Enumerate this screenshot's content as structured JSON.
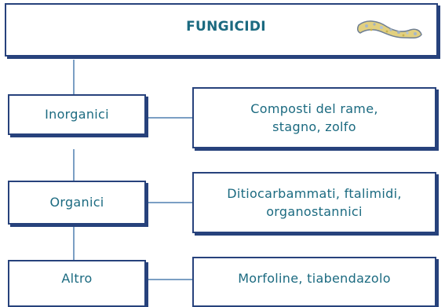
{
  "title": "FUNGICIDI",
  "categories": [
    {
      "label": "Inorganici",
      "description": "Composti del rame, stagno, zolfo"
    },
    {
      "label": "Organici",
      "description": "Ditiocarbammati, ftalimidi, organostannici"
    },
    {
      "label": "Altro",
      "description": "Morfoline, tiabendazolo"
    }
  ],
  "colors": {
    "border": "#27427c",
    "text": "#1b6a80",
    "connector": "#7b9fc4"
  },
  "icons": {
    "title_decoration": "fungal-hypha-icon"
  }
}
